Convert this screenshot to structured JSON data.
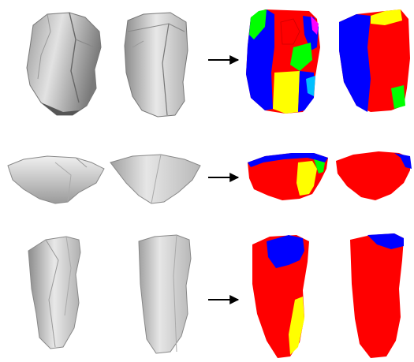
{
  "figure": {
    "rows": [
      {
        "id": "row-1",
        "label": "",
        "arrow_icon": "right-arrow-icon",
        "input_views": [
          "scan-gray-front",
          "scan-gray-back"
        ],
        "output_views": [
          {
            "view": "front",
            "segment_colors": [
              "#0000ff",
              "#ff0000",
              "#ffff00",
              "#00ff00",
              "#ff00ff",
              "#00bfff"
            ]
          },
          {
            "view": "back",
            "segment_colors": [
              "#0000ff",
              "#ff0000",
              "#ffff00",
              "#00ff00"
            ]
          }
        ]
      },
      {
        "id": "row-2",
        "label": "",
        "arrow_icon": "right-arrow-icon",
        "input_views": [
          "scan-gray-front",
          "scan-gray-back"
        ],
        "output_views": [
          {
            "view": "front",
            "segment_colors": [
              "#ff0000",
              "#0000ff",
              "#ffff00",
              "#00ff00"
            ]
          },
          {
            "view": "back",
            "segment_colors": [
              "#ff0000",
              "#0000ff"
            ]
          }
        ]
      },
      {
        "id": "row-3",
        "label": "",
        "arrow_icon": "right-arrow-icon",
        "input_views": [
          "scan-gray-front",
          "scan-gray-back"
        ],
        "output_views": [
          {
            "view": "front",
            "segment_colors": [
              "#ff0000",
              "#0000ff",
              "#ffff00"
            ]
          },
          {
            "view": "back",
            "segment_colors": [
              "#ff0000",
              "#0000ff"
            ]
          }
        ]
      }
    ]
  },
  "palette": {
    "red": "#ff0000",
    "blue": "#0000ff",
    "yellow": "#ffff00",
    "green": "#00ff00",
    "magenta": "#ff00ff",
    "cyan": "#00bfff",
    "arrow": "#000000",
    "background": "#ffffff"
  }
}
